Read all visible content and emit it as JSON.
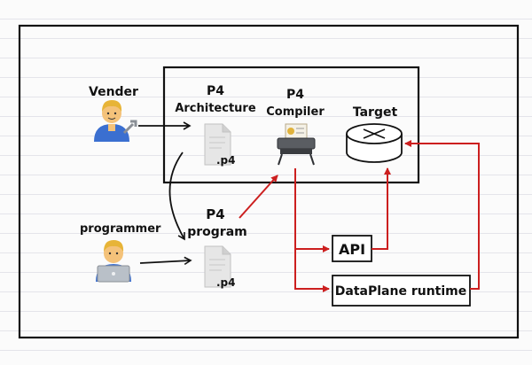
{
  "labels": {
    "vender": "Vender",
    "programmer": "programmer",
    "p4_arch_line1": "P4",
    "p4_arch_line2": "Architecture",
    "p4_compiler_line1": "P4",
    "p4_compiler_line2": "Compiler",
    "target": "Target",
    "p4_program_line1": "P4",
    "p4_program_line2": "program",
    "arch_file_ext": ".p4",
    "program_file_ext": ".p4",
    "api": "API",
    "dataplane_runtime": "DataPlane runtime"
  },
  "icons": {
    "vender": "mechanic-person-icon",
    "programmer": "technologist-laptop-icon",
    "arch_file": "document-file-icon",
    "program_file": "document-file-icon",
    "compiler": "printer-machine-icon",
    "target": "router-cylinder-icon"
  },
  "colors": {
    "flow_black": "#111111",
    "flow_red": "#cc1f1f",
    "skin": "#f4c27a",
    "hair": "#e7b437",
    "shirt": "#3b6fd0",
    "laptop": "#b9c0c8"
  }
}
